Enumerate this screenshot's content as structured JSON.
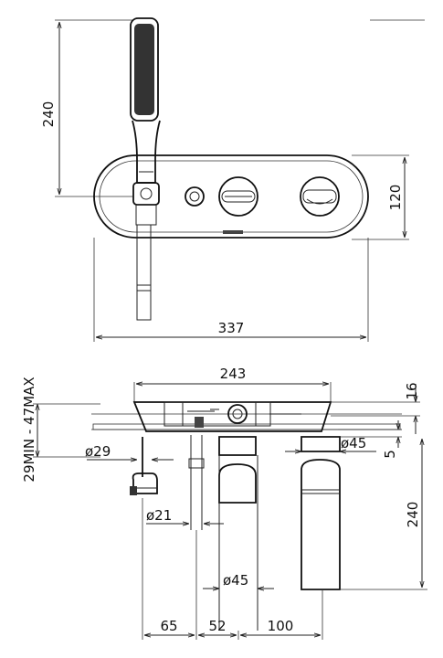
{
  "top_view": {
    "height_handshower": "240",
    "height_plate": "120",
    "width_plate": "337"
  },
  "side_view": {
    "width_body": "243",
    "wall_depth": "29MIN - 47MAX",
    "depth_top": "16",
    "gap": "5",
    "height_spout": "240",
    "dia_handshower_outlet": "ø29",
    "dia_rod": "ø21",
    "dia_handle_left": "ø45",
    "dia_handle_right": "ø45",
    "spacing_1": "65",
    "spacing_2": "52",
    "spacing_3": "100"
  }
}
